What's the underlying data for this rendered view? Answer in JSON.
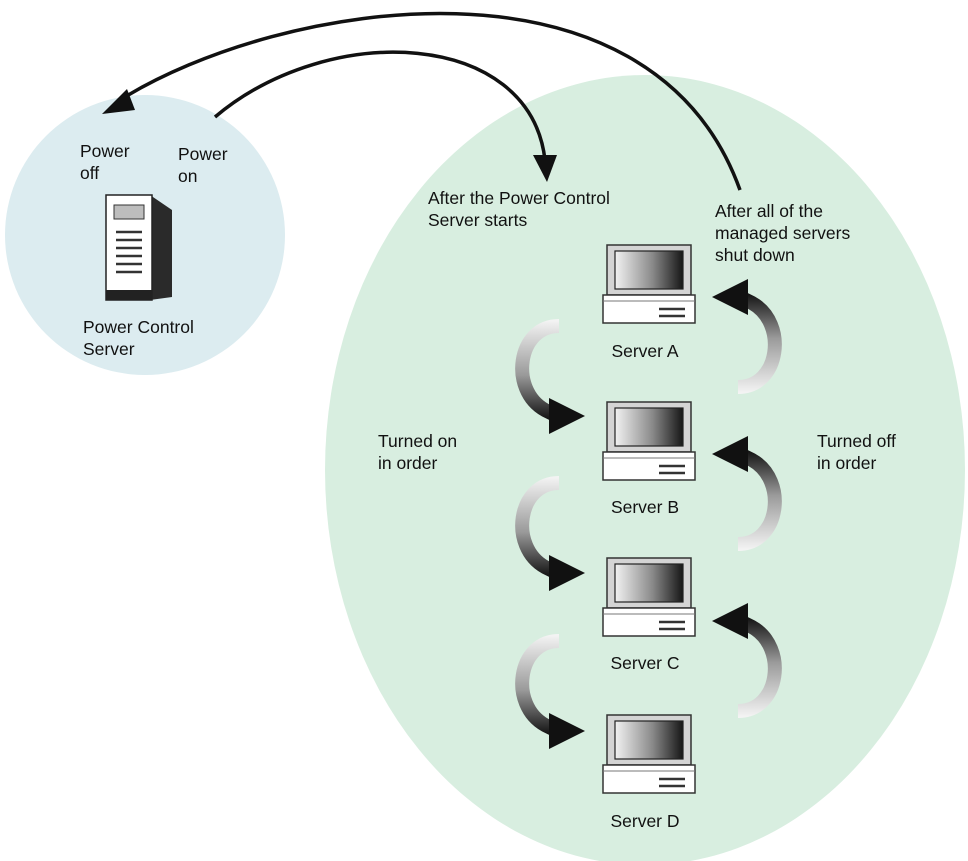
{
  "colors": {
    "power_circle": "#dcecf0",
    "managed_ellipse": "#d8eee0",
    "ink": "#111111"
  },
  "power_control": {
    "power_off_label": [
      "Power",
      "off"
    ],
    "power_on_label": [
      "Power",
      "on"
    ],
    "server_label": [
      "Power Control",
      "Server"
    ],
    "icon": "tower-server-icon"
  },
  "annotations": {
    "after_start": [
      "After the Power Control",
      "Server starts"
    ],
    "after_shutdown": [
      "After all of the",
      "managed servers",
      "shut down"
    ],
    "turned_on": [
      "Turned on",
      "in order"
    ],
    "turned_off": [
      "Turned off",
      "in order"
    ]
  },
  "servers": [
    {
      "name": "Server A",
      "icon": "desktop-computer-icon"
    },
    {
      "name": "Server B",
      "icon": "desktop-computer-icon"
    },
    {
      "name": "Server C",
      "icon": "desktop-computer-icon"
    },
    {
      "name": "Server D",
      "icon": "desktop-computer-icon"
    }
  ]
}
